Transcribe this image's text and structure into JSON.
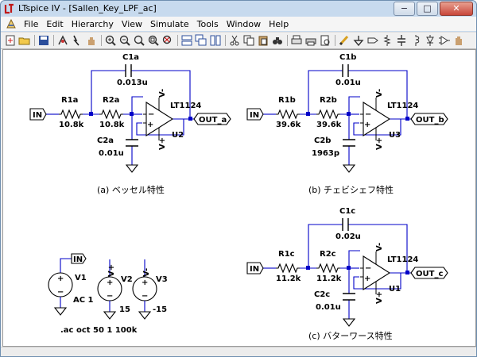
{
  "window": {
    "title": "LTspice IV - [Sallen_Key_LPF_ac]",
    "buttons": {
      "minimize": "−",
      "maximize": "□",
      "close": "✕"
    }
  },
  "menu": {
    "items": [
      "File",
      "Edit",
      "Hierarchy",
      "View",
      "Simulate",
      "Tools",
      "Window",
      "Help"
    ]
  },
  "toolbar": {
    "icons": [
      "new-schematic-icon",
      "open-icon",
      "save-icon",
      "control-panel-icon",
      "run-icon",
      "halt-icon",
      "pan-icon",
      "zoom-in-icon",
      "zoom-out-icon",
      "zoom-full-icon",
      "zoom-fit-icon",
      "cancel-zoom-icon",
      "tile-horizontal-icon",
      "cascade-icon",
      "tile-vertical-icon",
      "cut-icon",
      "copy-icon",
      "paste-icon",
      "find-icon",
      "print-setup-icon",
      "print-icon",
      "print-preview-icon",
      "draw-wire-icon",
      "ground-icon",
      "label-net-icon",
      "resistor-icon",
      "capacitor-icon",
      "inductor-icon",
      "diode-icon",
      "component-icon",
      "move-icon",
      "drag-icon",
      "undo-icon",
      "redo-icon",
      "rotate-icon",
      "mirror-icon",
      "text-icon",
      "spice-directive-icon"
    ]
  },
  "schematic": {
    "circuit_a": {
      "input": "IN",
      "output": "OUT_a",
      "r1": {
        "name": "R1a",
        "value": "10.8k"
      },
      "r2": {
        "name": "R2a",
        "value": "10.8k"
      },
      "c1": {
        "name": "C1a",
        "value": "0.013u"
      },
      "c2": {
        "name": "C2a",
        "value": "0.01u"
      },
      "opamp": {
        "name": "U2",
        "model": "LT1124",
        "vneg": "V-",
        "vpos": "V+"
      },
      "caption": "(a) ベッセル特性"
    },
    "circuit_b": {
      "input": "IN",
      "output": "OUT_b",
      "r1": {
        "name": "R1b",
        "value": "39.6k"
      },
      "r2": {
        "name": "R2b",
        "value": "39.6k"
      },
      "c1": {
        "name": "C1b",
        "value": "0.01u"
      },
      "c2": {
        "name": "C2b",
        "value": "1963p"
      },
      "opamp": {
        "name": "U3",
        "model": "LT1124",
        "vneg": "V-",
        "vpos": "V+"
      },
      "caption": "(b) チェビシェフ特性"
    },
    "circuit_c": {
      "input": "IN",
      "output": "OUT_c",
      "r1": {
        "name": "R1c",
        "value": "11.2k"
      },
      "r2": {
        "name": "R2c",
        "value": "11.2k"
      },
      "c1": {
        "name": "C1c",
        "value": "0.02u"
      },
      "c2": {
        "name": "C2c",
        "value": "0.01u"
      },
      "opamp": {
        "name": "U1",
        "model": "LT1124",
        "vneg": "V-",
        "vpos": "V+"
      },
      "caption": "(c) バターワース特性"
    },
    "sources": {
      "v1": {
        "name": "V1",
        "value": "AC 1",
        "net": "IN"
      },
      "v2": {
        "name": "V2",
        "value": "15",
        "net": "V+"
      },
      "v3": {
        "name": "V3",
        "value": "-15",
        "net": "V-"
      },
      "directive": ".ac oct 50 1 100k"
    }
  },
  "colors": {
    "wire": "#0000c8",
    "junction": "#0000c8",
    "component": "#000000",
    "title_gradient": "#c7daee"
  }
}
